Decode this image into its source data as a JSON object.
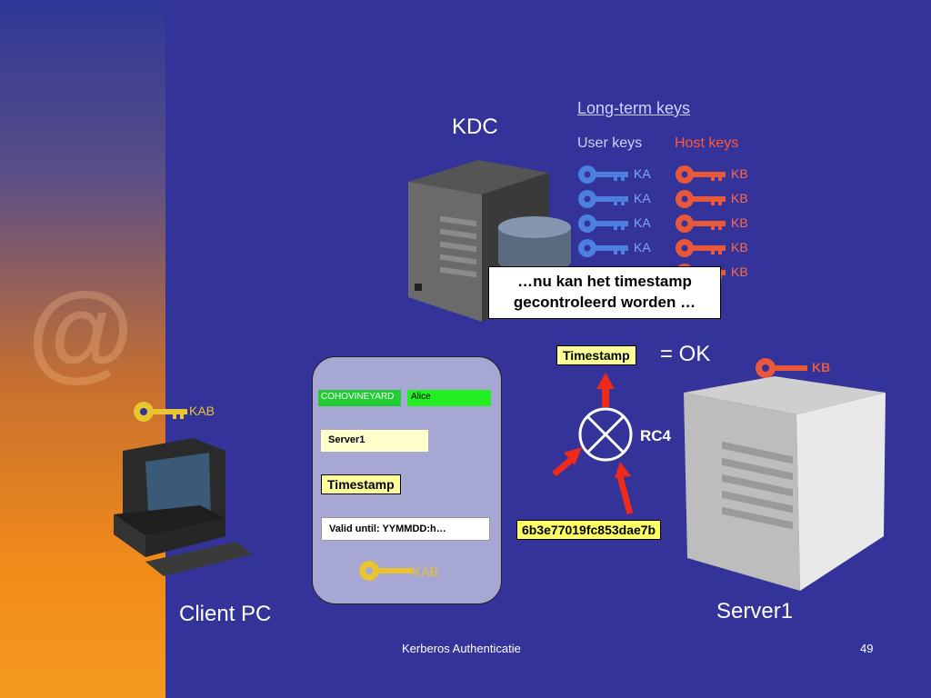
{
  "slide": {
    "footer_title": "Kerberos Authenticatie",
    "page_number": "49"
  },
  "kdc": {
    "label": "KDC",
    "long_term_keys_title": "Long-term keys",
    "user_keys_title": "User keys",
    "host_keys_title": "Host keys",
    "user_keys": [
      "KA",
      "KA",
      "KA",
      "KA"
    ],
    "host_keys": [
      "KB",
      "KB",
      "KB",
      "KB",
      "KB"
    ]
  },
  "callout": {
    "line1": "…nu kan het timestamp",
    "line2": "gecontroleerd worden …"
  },
  "client": {
    "label": "Client PC",
    "session_key": "KAB"
  },
  "ticket": {
    "realm": "COHOVINEYARD",
    "user": "Alice",
    "server": "Server1",
    "timestamp": "Timestamp",
    "valid_until": "Valid until: YYMMDD:h…",
    "session_key": "KAB"
  },
  "server": {
    "label": "Server1",
    "host_key": "KB",
    "timestamp": "Timestamp",
    "result": "= OK",
    "cipher": "RC4",
    "hash": "6b3e77019fc853dae7b"
  },
  "colors": {
    "background": "#333399",
    "user_key": "#4d7fe0",
    "host_key": "#e8583a",
    "session_key": "#e8c430",
    "arrow": "#ee2a1a",
    "sticky": "#ffff99"
  },
  "icons": [
    "at-sign-watermark",
    "server-icon",
    "database-icon",
    "desktop-pc-icon",
    "key-icon",
    "xor-operator-icon",
    "arrow-icon"
  ]
}
